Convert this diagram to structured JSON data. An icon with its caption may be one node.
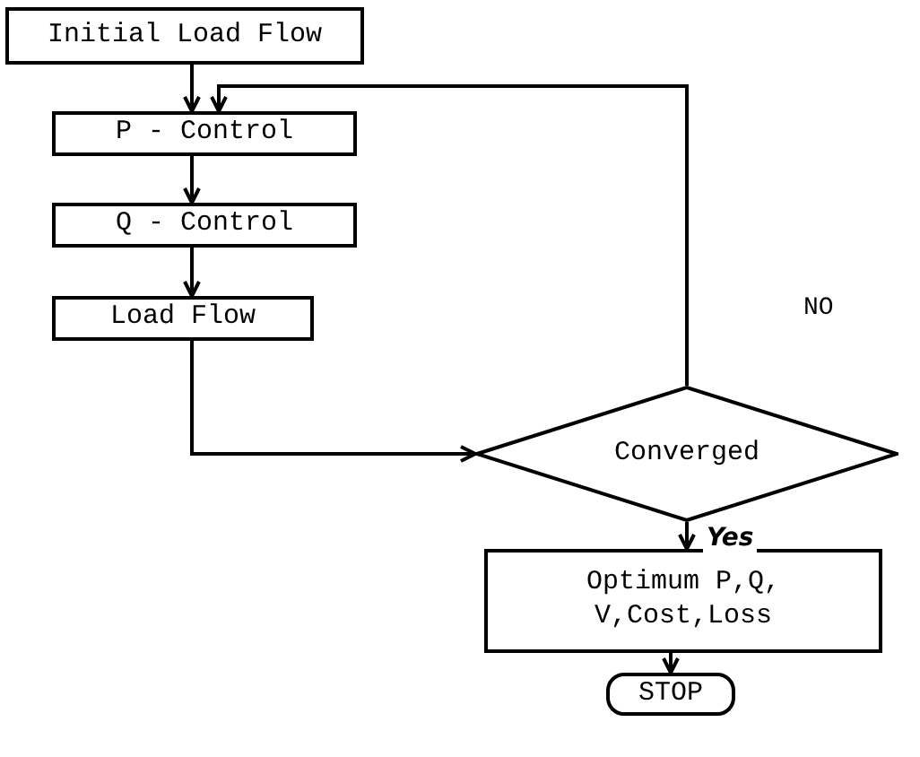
{
  "diagram": {
    "nodes": [
      {
        "text": [
          "Initial Load Flow"
        ]
      },
      {
        "text": [
          "P - Control"
        ]
      },
      {
        "text": [
          "Q - Control"
        ]
      },
      {
        "text": [
          "Load Flow"
        ]
      },
      {
        "text": [
          "Converged"
        ]
      },
      {
        "text": [
          "Optimum P,Q, V,Cost,Loss"
        ]
      },
      {
        "text": [
          "STOP"
        ]
      }
    ],
    "edges": [
      {
        "from": 0,
        "to": 1,
        "arrow": "to"
      },
      {
        "from": 1,
        "to": 2,
        "arrow": "to"
      },
      {
        "from": 2,
        "to": 3,
        "arrow": "to"
      },
      {
        "from": 3,
        "to": 4,
        "arrow": "to"
      },
      {
        "from": 4,
        "to": 1,
        "arrow": "to",
        "label": "NO"
      },
      {
        "from": 4,
        "to": 5,
        "arrow": "to",
        "label": "Yes"
      },
      {
        "from": 5,
        "to": 6,
        "arrow": "to"
      }
    ]
  }
}
